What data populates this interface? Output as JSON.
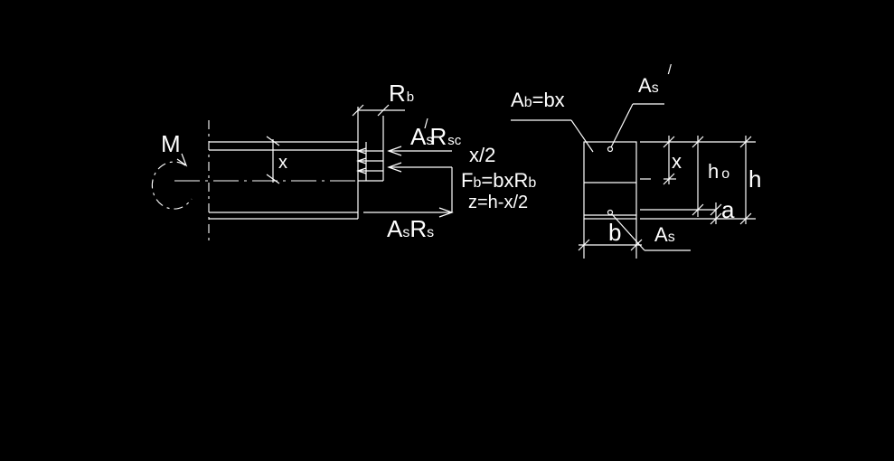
{
  "colors": {
    "background": "#000000",
    "lines": "#ffffff"
  },
  "left_view": {
    "moment": "M",
    "x": "x",
    "rb_main": "R",
    "rb_sub": "b",
    "asrsc_a": "A",
    "asrsc_s": "s",
    "asrsc_prime": "/",
    "asrsc_r": "R",
    "asrsc_sub": "sc",
    "x_half": "x/2",
    "fb_main": "F",
    "fb_sub1": "b",
    "fb_eq": "=bxR",
    "fb_sub2": "b",
    "z_label": "z=h-x/2",
    "asrs_a": "A",
    "asrs_s1": "s",
    "asrs_r": "R",
    "asrs_s2": "s"
  },
  "right_view": {
    "ab_main": "A",
    "ab_sub": "b",
    "ab_eq": "=bx",
    "as_top_a": "A",
    "as_top_sub": "s",
    "as_top_prime": "/",
    "x": "x",
    "h0_main": "h",
    "h0_sub": "o",
    "h": "h",
    "a": "a",
    "b": "b",
    "as_bot_a": "A",
    "as_bot_sub": "s"
  }
}
